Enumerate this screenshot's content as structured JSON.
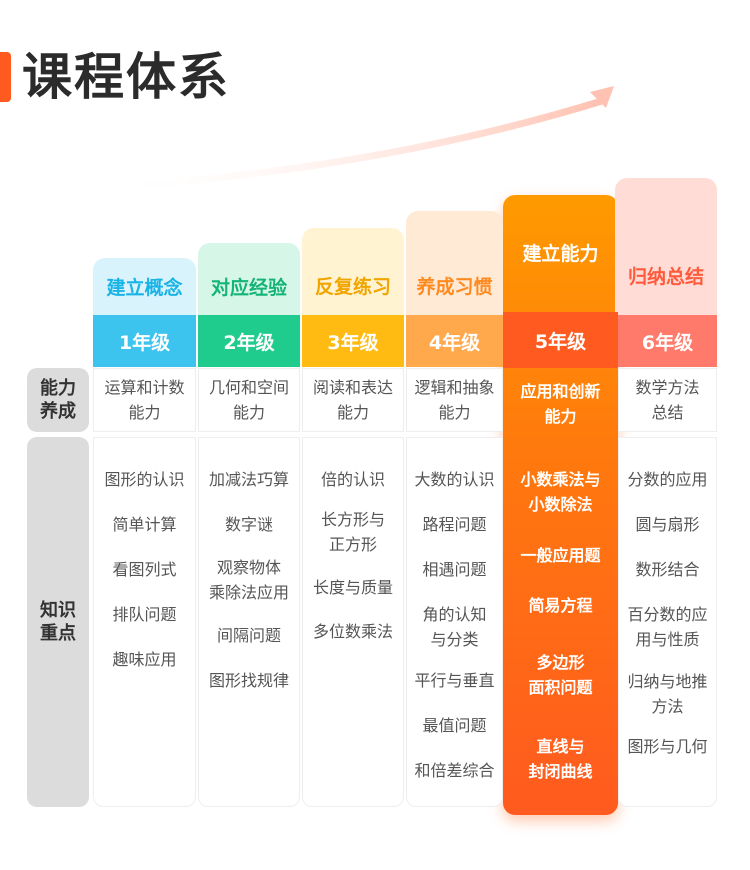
{
  "page_title": "课程体系",
  "row_labels": {
    "ability": "能力\n养成",
    "knowledge": "知识\n重点"
  },
  "colors": {
    "accent": "#ff5a1f",
    "grade1": "#3cc4ef",
    "grade2": "#1fcc8e",
    "grade3": "#ffbb12",
    "grade4": "#ffa94c",
    "grade5": "#ff5a1f",
    "grade6": "#ff7a6b"
  },
  "columns": [
    {
      "stage": "建立概念",
      "grade": "1年级",
      "ability": "运算和计数\n能力",
      "knowledge": [
        "图形的认识",
        "简单计算",
        "看图列式",
        "排队问题",
        "趣味应用"
      ]
    },
    {
      "stage": "对应经验",
      "grade": "2年级",
      "ability": "几何和空间\n能力",
      "knowledge": [
        "加减法巧算",
        "数字谜",
        "观察物体\n乘除法应用",
        "间隔问题",
        "图形找规律"
      ]
    },
    {
      "stage": "反复练习",
      "grade": "3年级",
      "ability": "阅读和表达\n能力",
      "knowledge": [
        "倍的认识",
        "长方形与\n正方形",
        "长度与质量",
        "多位数乘法"
      ]
    },
    {
      "stage": "养成习惯",
      "grade": "4年级",
      "ability": "逻辑和抽象\n能力",
      "knowledge": [
        "大数的认识",
        "路程问题",
        "相遇问题",
        "角的认知\n与分类",
        "平行与垂直",
        "最值问题",
        "和倍差综合"
      ]
    },
    {
      "stage": "建立能力",
      "grade": "5年级",
      "ability": "应用和创新\n能力",
      "knowledge": [
        "小数乘法与\n小数除法",
        "一般应用题",
        "简易方程",
        "多边形\n面积问题",
        "直线与\n封闭曲线"
      ]
    },
    {
      "stage": "归纳总结",
      "grade": "6年级",
      "ability": "数学方法\n总结",
      "knowledge": [
        "分数的应用",
        "圆与扇形",
        "数形结合",
        "百分数的应\n用与性质",
        "归纳与地推\n方法",
        "图形与几何"
      ]
    }
  ]
}
